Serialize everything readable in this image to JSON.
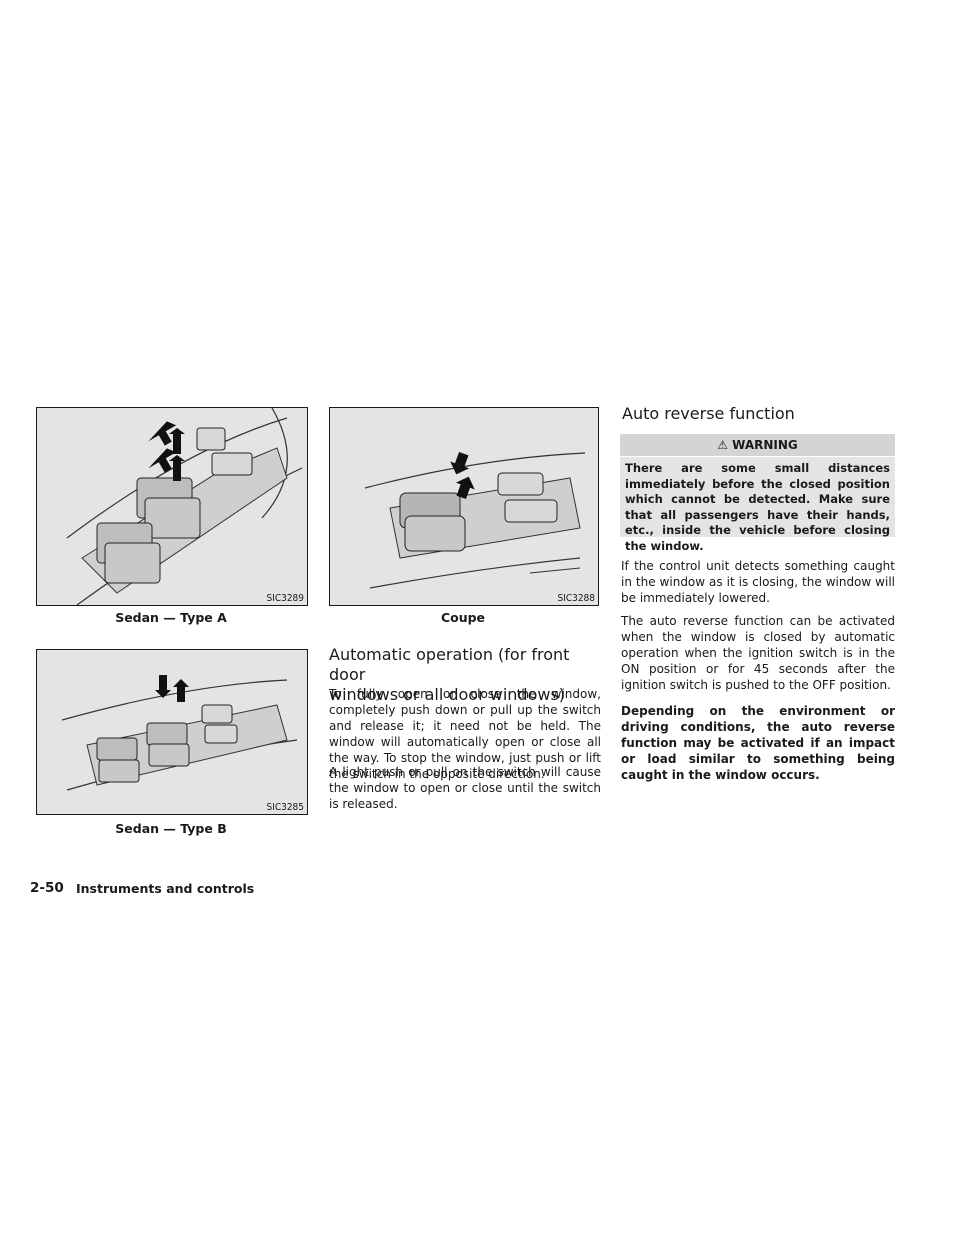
{
  "figures": [
    {
      "code": "SIC3289",
      "caption": "Sedan — Type A"
    },
    {
      "code": "SIC3288",
      "caption": "Coupe"
    },
    {
      "code": "SIC3285",
      "caption": "Sedan — Type B"
    }
  ],
  "automatic": {
    "heading_line1": "Automatic operation (for front door",
    "heading_line2": "windows or all door windows)",
    "para1": "To fully open or close the window, completely push down or pull up the switch and release it; it need not be held. The window will automatically open or close all the way. To stop the window, just push or lift the switch in the opposite direction.",
    "para2": "A light push or pull on the switch will cause the window to open or close until the switch is released."
  },
  "auto_reverse": {
    "heading": "Auto reverse function",
    "warning_label": "WARNING",
    "warning_text": "There are some small distances immediately before the closed position which cannot be detected. Make sure that all passengers have their hands, etc., inside the vehicle before closing the window.",
    "para1": "If the control unit detects something caught in the window as it is closing, the window will be immediately lowered.",
    "para2": "The auto reverse function can be activated when the window is closed by automatic operation when the ignition switch is in the ON position or for 45 seconds after the ignition switch is pushed to the OFF position.",
    "para3": "Depending on the environment or driving conditions, the auto reverse function may be activated if an impact or load similar to something being caught in the window occurs."
  },
  "footer": {
    "page": "2-50",
    "section": "Instruments and controls"
  }
}
